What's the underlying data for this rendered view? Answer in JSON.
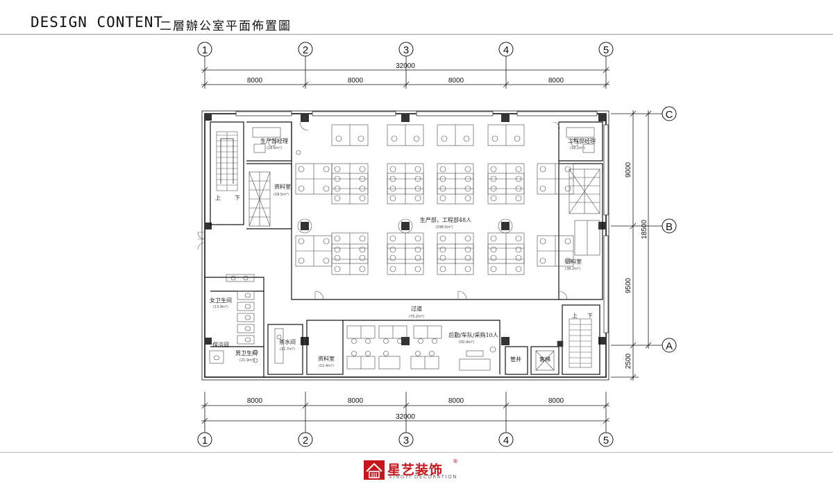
{
  "header": {
    "title": "DESIGN CONTENT",
    "subtitle": "二層辦公室平面佈置圖"
  },
  "grid": {
    "columns": [
      "1",
      "2",
      "3",
      "4",
      "5"
    ],
    "rows": [
      "C",
      "B",
      "A"
    ]
  },
  "dimensions": {
    "total_width": "32000",
    "bay": "8000",
    "vertical_segments": [
      "9000",
      "9500",
      "2500"
    ],
    "vertical_total": "18500"
  },
  "rooms": {
    "main_office": {
      "name": "生产部，工程部48人",
      "area": "(298.0m²)"
    },
    "production_manager": {
      "name": "生产部经理",
      "area": "(18.6m²)"
    },
    "engineering_manager": {
      "name": "工程部经理",
      "area": "(18.2m²)"
    },
    "archive_left": {
      "name": "资料室",
      "area": "(18.5m²)"
    },
    "archive_right": {
      "name": "资料室",
      "area": "(38.2m²)"
    },
    "archive_bottom": {
      "name": "资料室",
      "area": "(11.4m²)"
    },
    "corridor": {
      "name": "过道",
      "area": "(75.2m²)"
    },
    "logistics": {
      "name": "后勤/车队/采购10人",
      "area": "(50.9m²)"
    },
    "pantry": {
      "name": "茶水间",
      "area": "(11.7m²)"
    },
    "womens_wc": {
      "name": "女卫生间",
      "area": "(13.9m²)"
    },
    "mens_wc": {
      "name": "男卫生间",
      "area": "(21.9m²)"
    },
    "cleaning": {
      "name": "保洁间"
    },
    "shaft": {
      "name": "管井"
    },
    "elevator": {
      "name": "客梯"
    },
    "stair_left": {
      "up": "上",
      "down": "下"
    },
    "stair_right": {
      "up": "上",
      "down": "下"
    }
  },
  "logo": {
    "name_cn": "星艺装饰",
    "name_en": "XINGYI DECORATION",
    "registered": "®",
    "color": "#c8161d"
  }
}
